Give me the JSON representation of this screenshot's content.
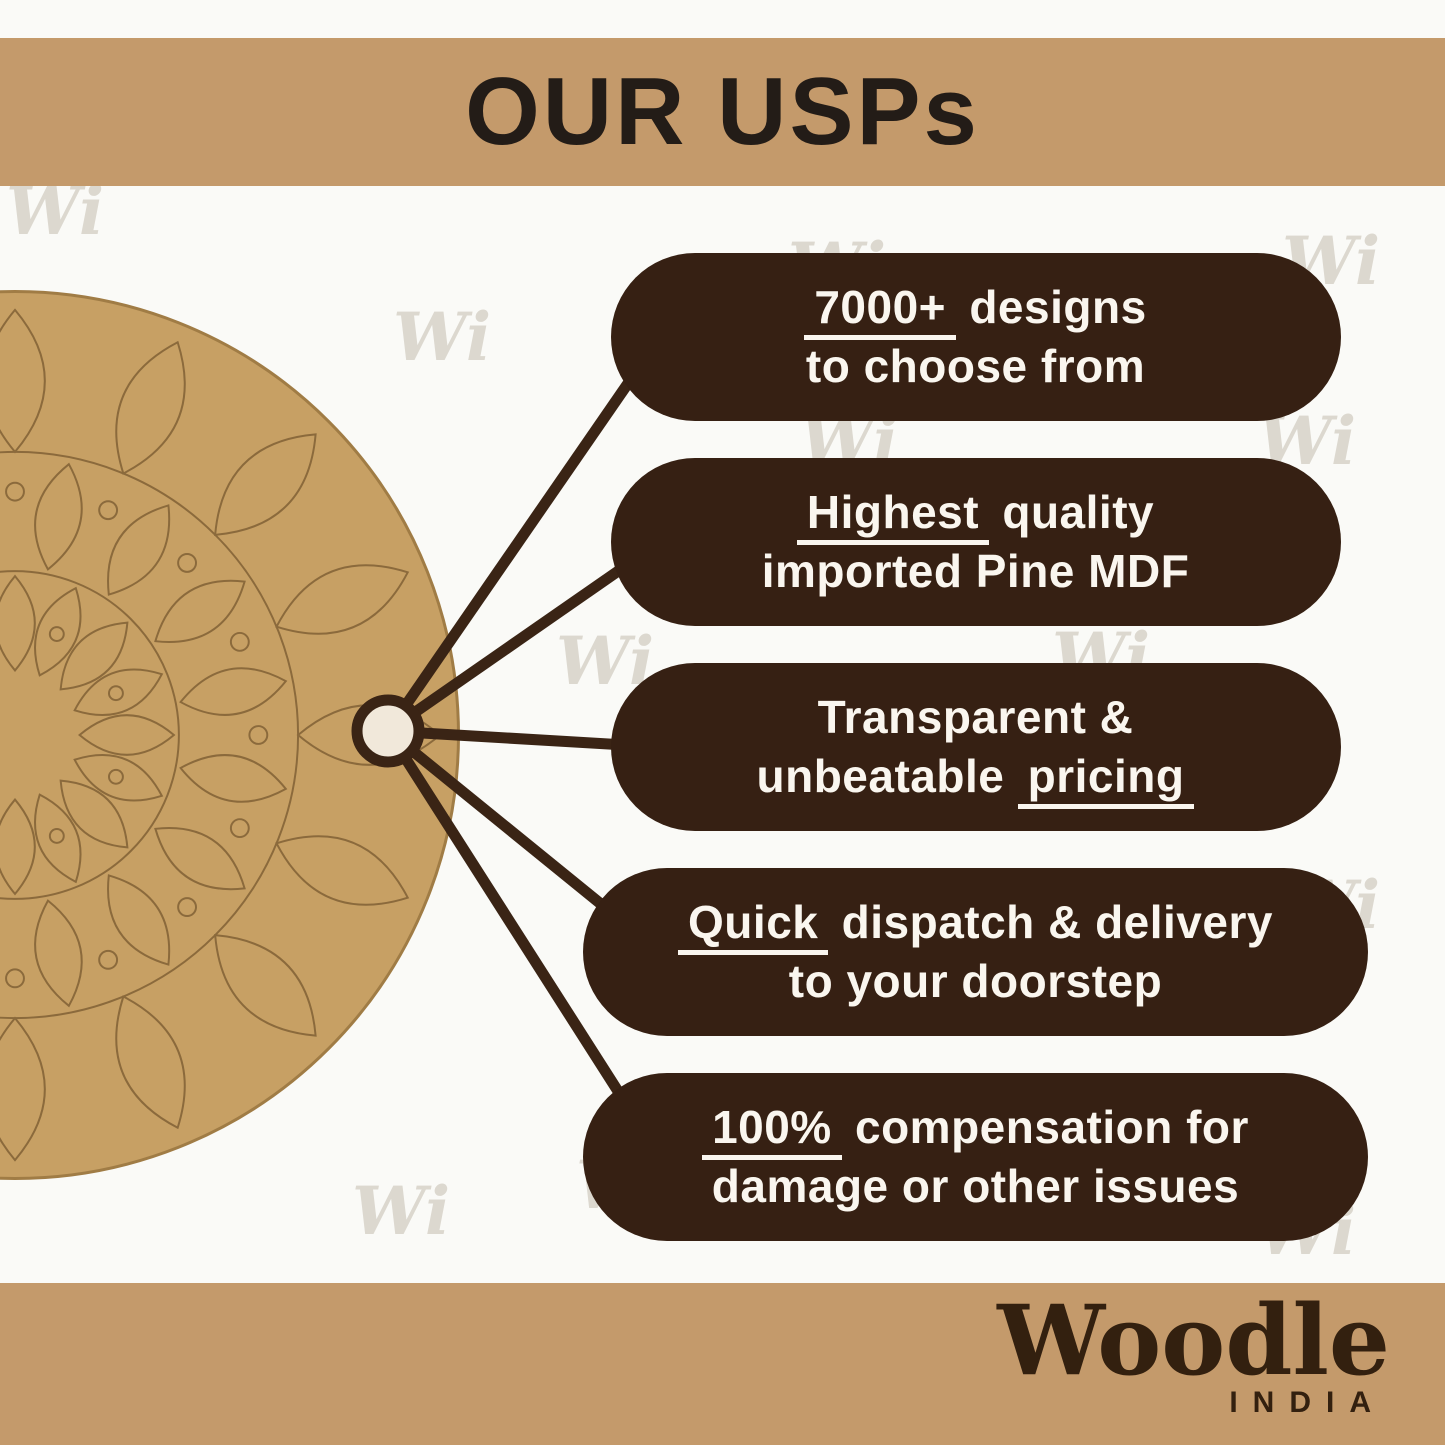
{
  "header": {
    "title": "OUR USPs"
  },
  "watermark": {
    "text": "Wi"
  },
  "usps": {
    "pills": [
      {
        "name": "designs",
        "line1": {
          "pre": "",
          "u": "7000+",
          "post": " designs"
        },
        "line2": {
          "pre": "to choose from",
          "u": "",
          "post": ""
        }
      },
      {
        "name": "quality",
        "line1": {
          "pre": "",
          "u": "Highest",
          "post": " quality"
        },
        "line2": {
          "pre": "imported Pine MDF",
          "u": "",
          "post": ""
        }
      },
      {
        "name": "pricing",
        "line1": {
          "pre": "Transparent &",
          "u": "",
          "post": ""
        },
        "line2": {
          "pre": "unbeatable ",
          "u": "pricing",
          "post": ""
        }
      },
      {
        "name": "delivery",
        "line1": {
          "pre": "",
          "u": "Quick",
          "post": " dispatch & delivery"
        },
        "line2": {
          "pre": "to your doorstep",
          "u": "",
          "post": ""
        }
      },
      {
        "name": "compensation",
        "line1": {
          "pre": "",
          "u": "100%",
          "post": " compensation for"
        },
        "line2": {
          "pre": "damage or other issues",
          "u": "",
          "post": ""
        }
      }
    ]
  },
  "footer": {
    "brand": "Woodle",
    "country": "INDIA"
  },
  "colors": {
    "banner": "#c49a6b",
    "pill_background": "#362013",
    "pill_text": "#faf6ef",
    "title_text": "#231c17",
    "mdf_board": "#c7a064",
    "connector_line": "#3a2415",
    "watermark": "#dcd8cf"
  }
}
